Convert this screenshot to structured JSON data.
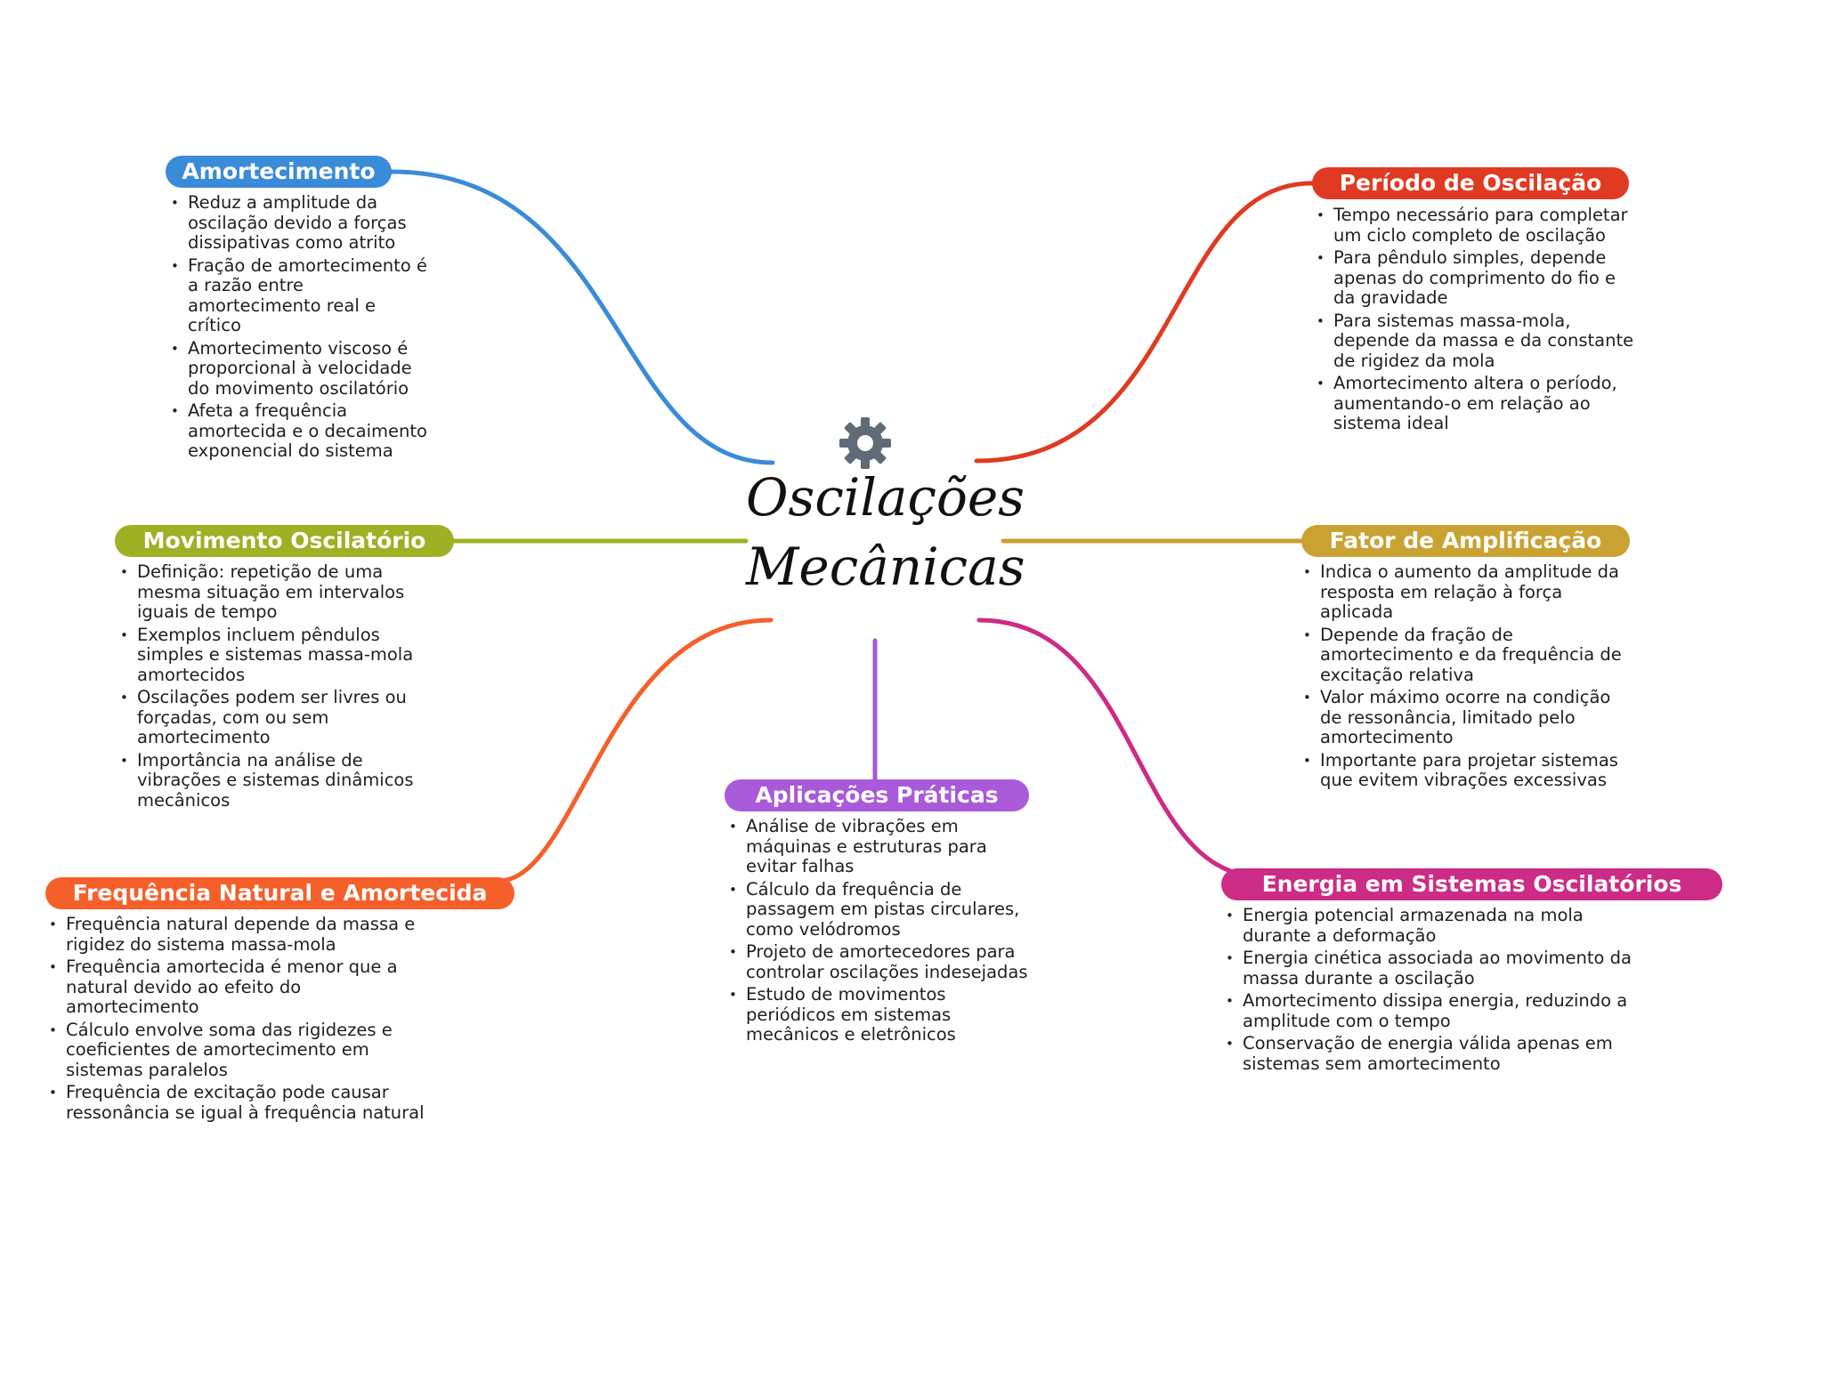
{
  "center": {
    "line1": "Oscilações",
    "line2": "Mecânicas",
    "icon": "gear-icon",
    "icon_color": "#5f6b76"
  },
  "branches": [
    {
      "id": "amortecimento",
      "title": "Amortecimento",
      "color": "#3a8bd8",
      "items": [
        "Reduz a amplitude da oscilação devido a forças dissipativas como atrito",
        "Fração de amortecimento é a razão entre amortecimento real e crítico",
        "Amortecimento viscoso é proporcional à velocidade do movimento oscilatório",
        "Afeta a frequência amortecida e o decaimento exponencial do sistema"
      ]
    },
    {
      "id": "periodo",
      "title": "Período de Oscilação",
      "color": "#e03a22",
      "items": [
        "Tempo necessário para completar um ciclo completo de oscilação",
        "Para pêndulo simples, depende apenas do comprimento do fio e da gravidade",
        "Para sistemas massa-mola, depende da massa e da constante de rigidez da mola",
        "Amortecimento altera o período, aumentando-o em relação ao sistema ideal"
      ]
    },
    {
      "id": "movimento",
      "title": "Movimento Oscilatório",
      "color": "#9fb024",
      "items": [
        "Definição: repetição de uma mesma situação em intervalos iguais de tempo",
        "Exemplos incluem pêndulos simples e sistemas massa-mola amortecidos",
        "Oscilações podem ser livres ou forçadas, com ou sem amortecimento",
        "Importância na análise de vibrações e sistemas dinâmicos mecânicos"
      ]
    },
    {
      "id": "fator",
      "title": "Fator de Amplificação",
      "color": "#c9a232",
      "items": [
        "Indica o aumento da amplitude da resposta em relação à força aplicada",
        "Depende da fração de amortecimento e da frequência de excitação relativa",
        "Valor máximo ocorre na condição de ressonância, limitado pelo amortecimento",
        "Importante para projetar sistemas que evitem vibrações excessivas"
      ]
    },
    {
      "id": "aplicacoes",
      "title": "Aplicações Práticas",
      "color": "#a95ad8",
      "items": [
        "Análise de vibrações em máquinas e estruturas para evitar falhas",
        "Cálculo da frequência de passagem em pistas circulares, como velódromos",
        "Projeto de amortecedores para controlar oscilações indesejadas",
        "Estudo de movimentos periódicos em sistemas mecânicos e eletrônicos"
      ]
    },
    {
      "id": "frequencia",
      "title": "Frequência Natural e Amortecida",
      "color": "#f5602a",
      "items": [
        "Frequência natural depende da massa e rigidez do sistema massa-mola",
        "Frequência amortecida é menor que a natural devido ao efeito do amortecimento",
        "Cálculo envolve soma das rigidezes e coeficientes de amortecimento em sistemas paralelos",
        "Frequência de excitação pode causar ressonância se igual à frequência natural"
      ]
    },
    {
      "id": "energia",
      "title": "Energia em Sistemas Oscilatórios",
      "color": "#cc2b86",
      "items": [
        "Energia potencial armazenada na mola durante a deformação",
        "Energia cinética associada ao movimento da massa durante a oscilação",
        "Amortecimento dissipa energia, reduzindo a amplitude com o tempo",
        "Conservação de energia válida apenas em sistemas sem amortecimento"
      ]
    }
  ]
}
